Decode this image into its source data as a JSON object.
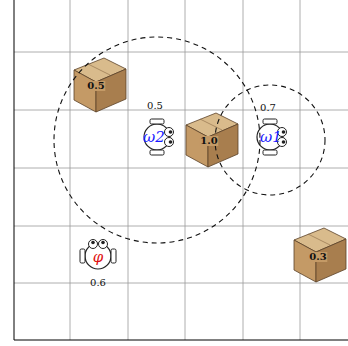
{
  "diagram": {
    "labels": [
      "0.5",
      "0.5",
      "0.7",
      "ω2",
      "1.0",
      "ω1",
      "φ",
      "0.3",
      "0.6"
    ]
  }
}
